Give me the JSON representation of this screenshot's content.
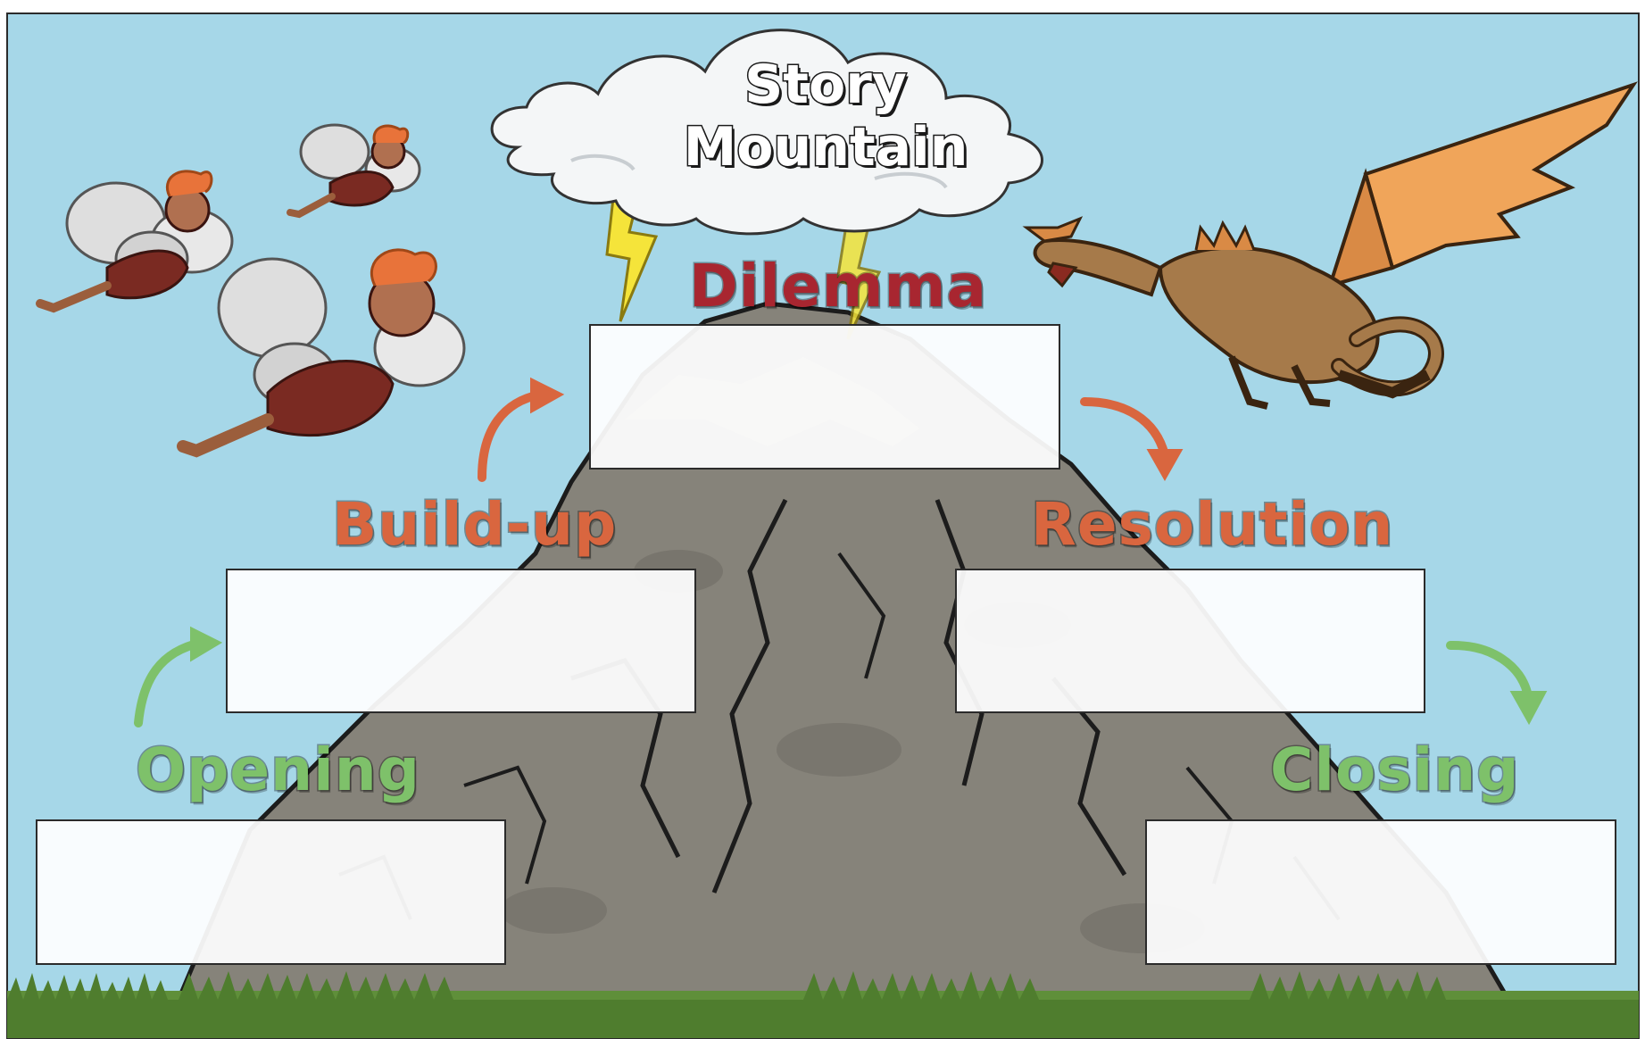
{
  "title": {
    "line1": "Story",
    "line2": "Mountain"
  },
  "stages": {
    "opening": "Opening",
    "buildup": "Build-up",
    "dilemma": "Dilemma",
    "resolution": "Resolution",
    "closing": "Closing"
  },
  "colors": {
    "sky": "#a6d7e8",
    "opening_label": "#7ec16a",
    "buildup_label": "#d9663f",
    "dilemma_label": "#a82630",
    "resolution_label": "#d9663f",
    "closing_label": "#7ec16a",
    "mountain": "#86837a",
    "grass": "#5f8f3a"
  },
  "icons": [
    "cloud-icon",
    "lightning-icon",
    "fairy-icon",
    "dragon-icon",
    "arrow-icon"
  ]
}
